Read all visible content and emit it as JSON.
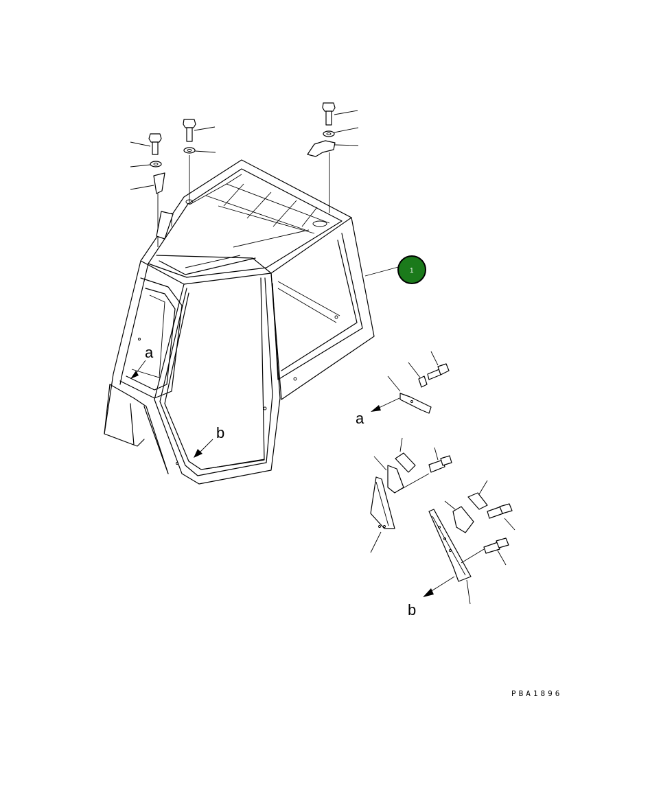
{
  "callout": {
    "number": "1",
    "fill": "#1b7a1b",
    "ring": "#000000"
  },
  "labels": {
    "a_cab": "a",
    "b_cab": "b",
    "a_detail": "a",
    "b_detail": "b"
  },
  "drawing_code": "PBA1896"
}
